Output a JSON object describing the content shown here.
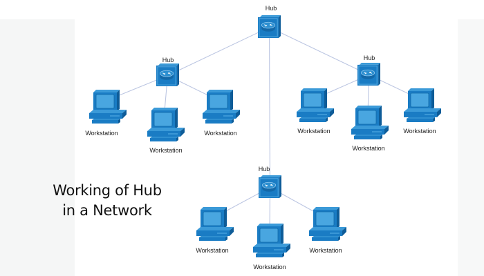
{
  "title": {
    "line1": "Working of Hub",
    "line2": "in a Network"
  },
  "colors": {
    "device_primary": "#1a7cc4",
    "device_dark": "#0e5c98",
    "device_light": "#3b9ad8",
    "screen": "#3f9fdc",
    "link": "#bcc6e2"
  },
  "hubs": [
    {
      "id": "hub-top",
      "label": "Hub",
      "icon": "hub-icon"
    },
    {
      "id": "hub-left",
      "label": "Hub",
      "icon": "hub-icon"
    },
    {
      "id": "hub-right",
      "label": "Hub",
      "icon": "hub-icon"
    },
    {
      "id": "hub-bottom",
      "label": "Hub",
      "icon": "hub-icon"
    }
  ],
  "workstations": [
    {
      "id": "ws-left-1",
      "label": "Workstation",
      "hub": "hub-left",
      "icon": "workstation-icon"
    },
    {
      "id": "ws-left-2",
      "label": "Workstation",
      "hub": "hub-left",
      "icon": "workstation-icon"
    },
    {
      "id": "ws-left-3",
      "label": "Workstation",
      "hub": "hub-left",
      "icon": "workstation-icon"
    },
    {
      "id": "ws-right-1",
      "label": "Workstation",
      "hub": "hub-right",
      "icon": "workstation-icon"
    },
    {
      "id": "ws-right-2",
      "label": "Workstation",
      "hub": "hub-right",
      "icon": "workstation-icon"
    },
    {
      "id": "ws-right-3",
      "label": "Workstation",
      "hub": "hub-right",
      "icon": "workstation-icon"
    },
    {
      "id": "ws-bottom-1",
      "label": "Workstation",
      "hub": "hub-bottom",
      "icon": "workstation-icon"
    },
    {
      "id": "ws-bottom-2",
      "label": "Workstation",
      "hub": "hub-bottom",
      "icon": "workstation-icon"
    },
    {
      "id": "ws-bottom-3",
      "label": "Workstation",
      "hub": "hub-bottom",
      "icon": "workstation-icon"
    }
  ],
  "links": [
    [
      "hub-top",
      "hub-left"
    ],
    [
      "hub-top",
      "hub-right"
    ],
    [
      "hub-top",
      "hub-bottom"
    ],
    [
      "hub-left",
      "ws-left-1"
    ],
    [
      "hub-left",
      "ws-left-2"
    ],
    [
      "hub-left",
      "ws-left-3"
    ],
    [
      "hub-right",
      "ws-right-1"
    ],
    [
      "hub-right",
      "ws-right-2"
    ],
    [
      "hub-right",
      "ws-right-3"
    ],
    [
      "hub-bottom",
      "ws-bottom-1"
    ],
    [
      "hub-bottom",
      "ws-bottom-2"
    ],
    [
      "hub-bottom",
      "ws-bottom-3"
    ]
  ]
}
